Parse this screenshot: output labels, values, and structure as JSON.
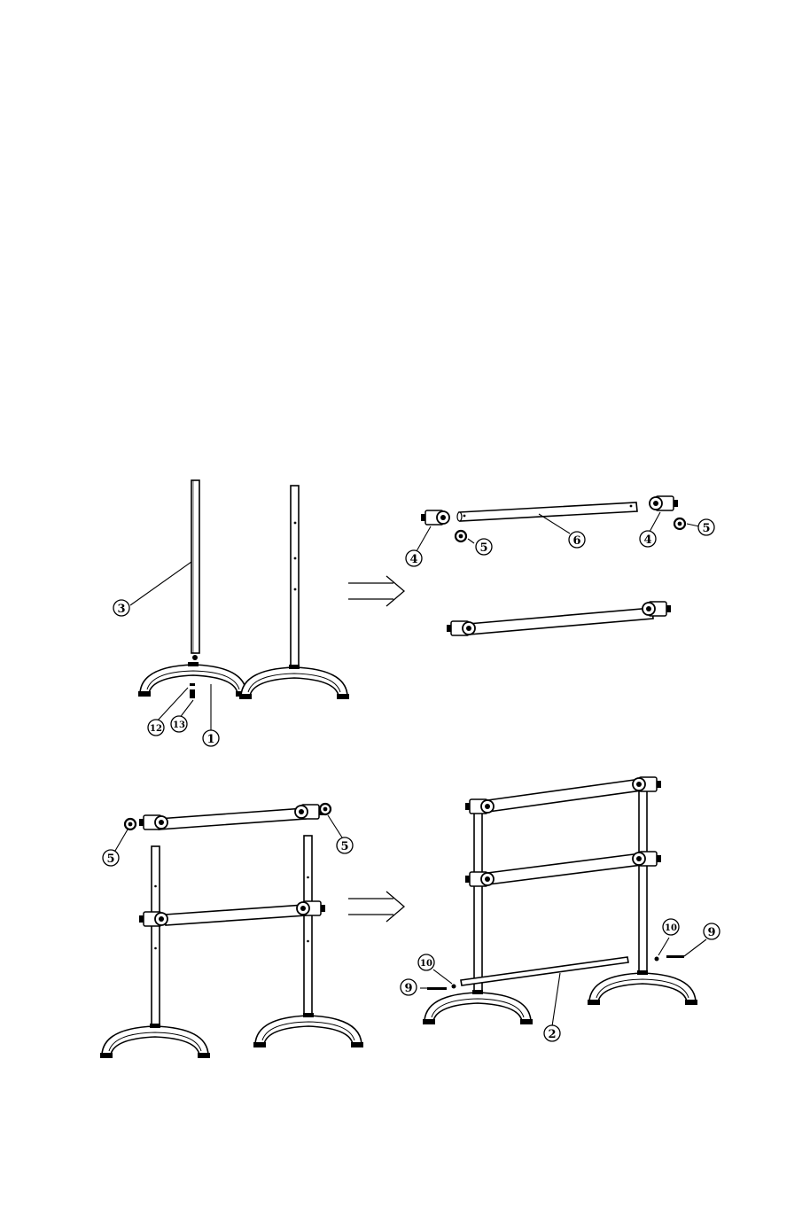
{
  "callouts": {
    "part_1": "1",
    "part_2": "2",
    "part_3": "3",
    "part_4": "4",
    "part_5": "5",
    "part_6": "6",
    "part_9": "9",
    "part_10": "10",
    "part_12": "12",
    "part_13": "13"
  }
}
